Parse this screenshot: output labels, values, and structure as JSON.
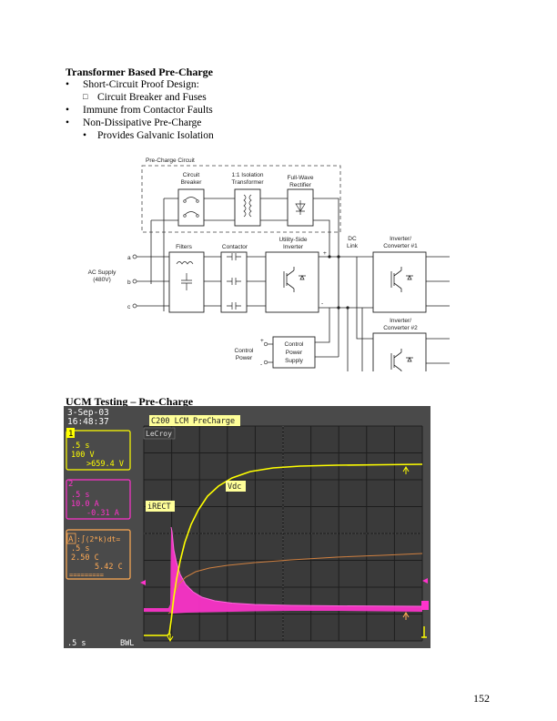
{
  "section1": {
    "title": "Transformer Based Pre-Charge",
    "bullets": [
      {
        "marker": "•",
        "text": "Short-Circuit Proof Design:"
      },
      {
        "marker": "□",
        "text": "Circuit Breaker and Fuses"
      },
      {
        "marker": "•",
        "text": "Immune from Contactor Faults"
      },
      {
        "marker": "•",
        "text": "Non-Dissipative Pre-Charge"
      },
      {
        "marker": "•",
        "text": "Provides Galvanic Isolation"
      }
    ]
  },
  "diagram": {
    "precharge_label": "Pre-Charge Circuit",
    "circuit_breaker": [
      "Circuit",
      "Breaker"
    ],
    "isolation_transformer": [
      "1:1 Isolation",
      "Transformer"
    ],
    "rectifier": [
      "Full-Wave",
      "Rectifier"
    ],
    "filters": "Filters",
    "contactor": "Contactor",
    "utility_inverter": [
      "Utility-Side",
      "Inverter"
    ],
    "dc_link": [
      "DC",
      "Link"
    ],
    "inverter1": [
      "Inverter/",
      "Converter #1"
    ],
    "inverter2": [
      "Inverter/",
      "Converter #2"
    ],
    "ac_supply": [
      "AC Supply",
      "(480V)"
    ],
    "phases": [
      "a",
      "b",
      "c"
    ],
    "control_power": [
      "Control",
      "Power"
    ],
    "control_supply": [
      "Control",
      "Power",
      "Supply"
    ],
    "plus": "+",
    "minus": "-"
  },
  "section2": {
    "title": "UCM Testing – Pre-Charge"
  },
  "scope": {
    "date": "3-Sep-03",
    "time": "16:48:37",
    "title_tag": "C200 LCM PreCharge",
    "brand": "LeCroy",
    "ch1": {
      "num": "1",
      "lines": [
        ".5 s",
        "100 V",
        ">659.4 V"
      ]
    },
    "ch2": {
      "num": "2",
      "lines": [
        ".5 s",
        "10.0 A",
        "-0.31 A"
      ]
    },
    "chA": {
      "num": "A",
      "formula": ":∫(2*k)dt=",
      "lines": [
        ".5 s",
        "2.50 C",
        "5.42 C"
      ],
      "rule": "========="
    },
    "label_vdc": "Vdc",
    "label_irect": "iRECT",
    "timebase": ".5  s",
    "bwl": "BWL",
    "colors": {
      "ch1": "#ffff00",
      "ch2": "#ff33cc",
      "chA": "#ffaa55",
      "bg": "#4a4a4a"
    }
  },
  "page_number": "152"
}
